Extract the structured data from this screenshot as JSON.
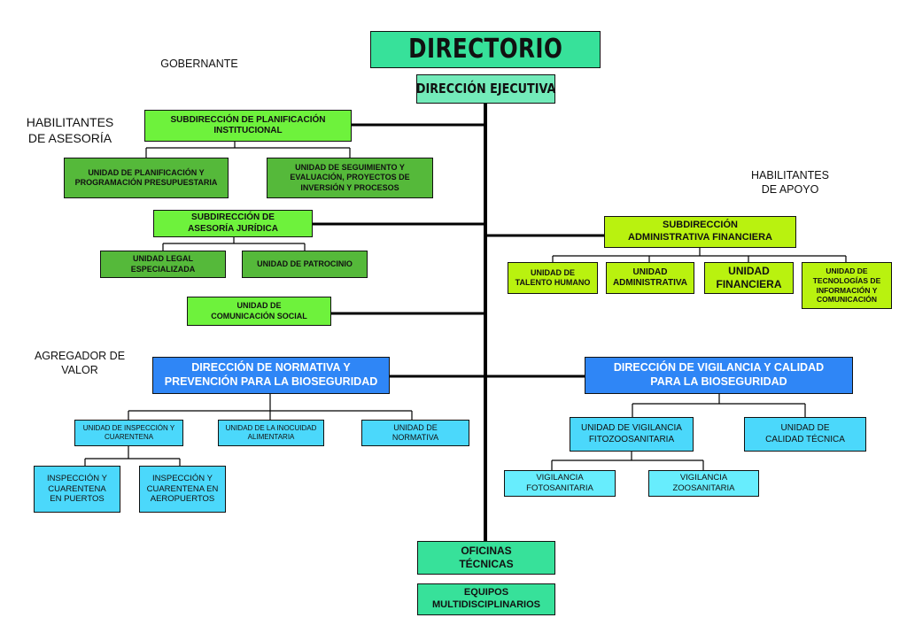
{
  "sections": {
    "gobernante": "GOBERNANTE",
    "asesoria": "HABILITANTES\nDE ASESORÍA",
    "apoyo": "HABILITANTES\nDE APOYO",
    "agregador": "AGREGADOR DE\nVALOR"
  },
  "nodes": {
    "directorio": "DIRECTORIO",
    "direccion_ejecutiva": "DIRECCIÓN EJECUTIVA",
    "sub_planificacion": "SUBDIRECCIÓN DE PLANIFICACIÓN\nINSTITUCIONAL",
    "u_planificacion": "UNIDAD DE PLANIFICACIÓN Y\nPROGRAMACIÓN PRESUPUESTARIA",
    "u_seguimiento": "UNIDAD DE SEGUIMIENTO Y\nEVALUACIÓN, PROYECTOS DE\nINVERSIÓN Y PROCESOS",
    "sub_juridica": "SUBDIRECCIÓN DE\nASESORÍA JURÍDICA",
    "u_legal": "UNIDAD LEGAL\nESPECIALIZADA",
    "u_patrocinio": "UNIDAD DE PATROCINIO",
    "u_comunicacion": "UNIDAD DE\nCOMUNICACIÓN SOCIAL",
    "sub_administrativa": "SUBDIRECCIÓN\nADMINISTRATIVA FINANCIERA",
    "u_talento": "UNIDAD DE\nTALENTO HUMANO",
    "u_administrativa": "UNIDAD\nADMINISTRATIVA",
    "u_financiera": "UNIDAD\nFINANCIERA",
    "u_tecnologias": "UNIDAD DE\nTECNOLOGÍAS DE\nINFORMACIÓN Y\nCOMUNICACIÓN",
    "dir_normativa": "DIRECCIÓN DE NORMATIVA Y\nPREVENCIÓN PARA LA BIOSEGURIDAD",
    "u_inspeccion": "UNIDAD DE INSPECCIÓN Y\nCUARENTENA",
    "u_inocuidad": "UNIDAD DE LA INOCUIDAD\nALIMENTARIA",
    "u_normativa": "UNIDAD DE\nNORMATIVA",
    "insp_puertos": "INSPECCIÓN Y\nCUARENTENA\nEN PUERTOS",
    "insp_aeropuertos": "INSPECCIÓN Y\nCUARENTENA EN\nAEROPUERTOS",
    "dir_vigilancia": "DIRECCIÓN DE VIGILANCIA Y CALIDAD\nPARA LA BIOSEGURIDAD",
    "u_vigilancia_fito": "UNIDAD DE VIGILANCIA\nFITOZOOSANITARIA",
    "u_calidad": "UNIDAD DE\nCALIDAD TÉCNICA",
    "vig_fito": "VIGILANCIA\nFOTOSANITARIA",
    "vig_zoo": "VIGILANCIA\nZOOSANITARIA",
    "oficinas": "OFICINAS\nTÉCNICAS",
    "equipos": "EQUIPOS\nMULTIDISCIPLINARIOS"
  },
  "colors": {
    "mint": "#37e19a",
    "mint_light": "#73ebba",
    "light_green": "#6ef23c",
    "dark_green": "#55b93a",
    "lime": "#b9f20f",
    "blue": "#2f86f6",
    "cyan": "#4bd8fb"
  }
}
